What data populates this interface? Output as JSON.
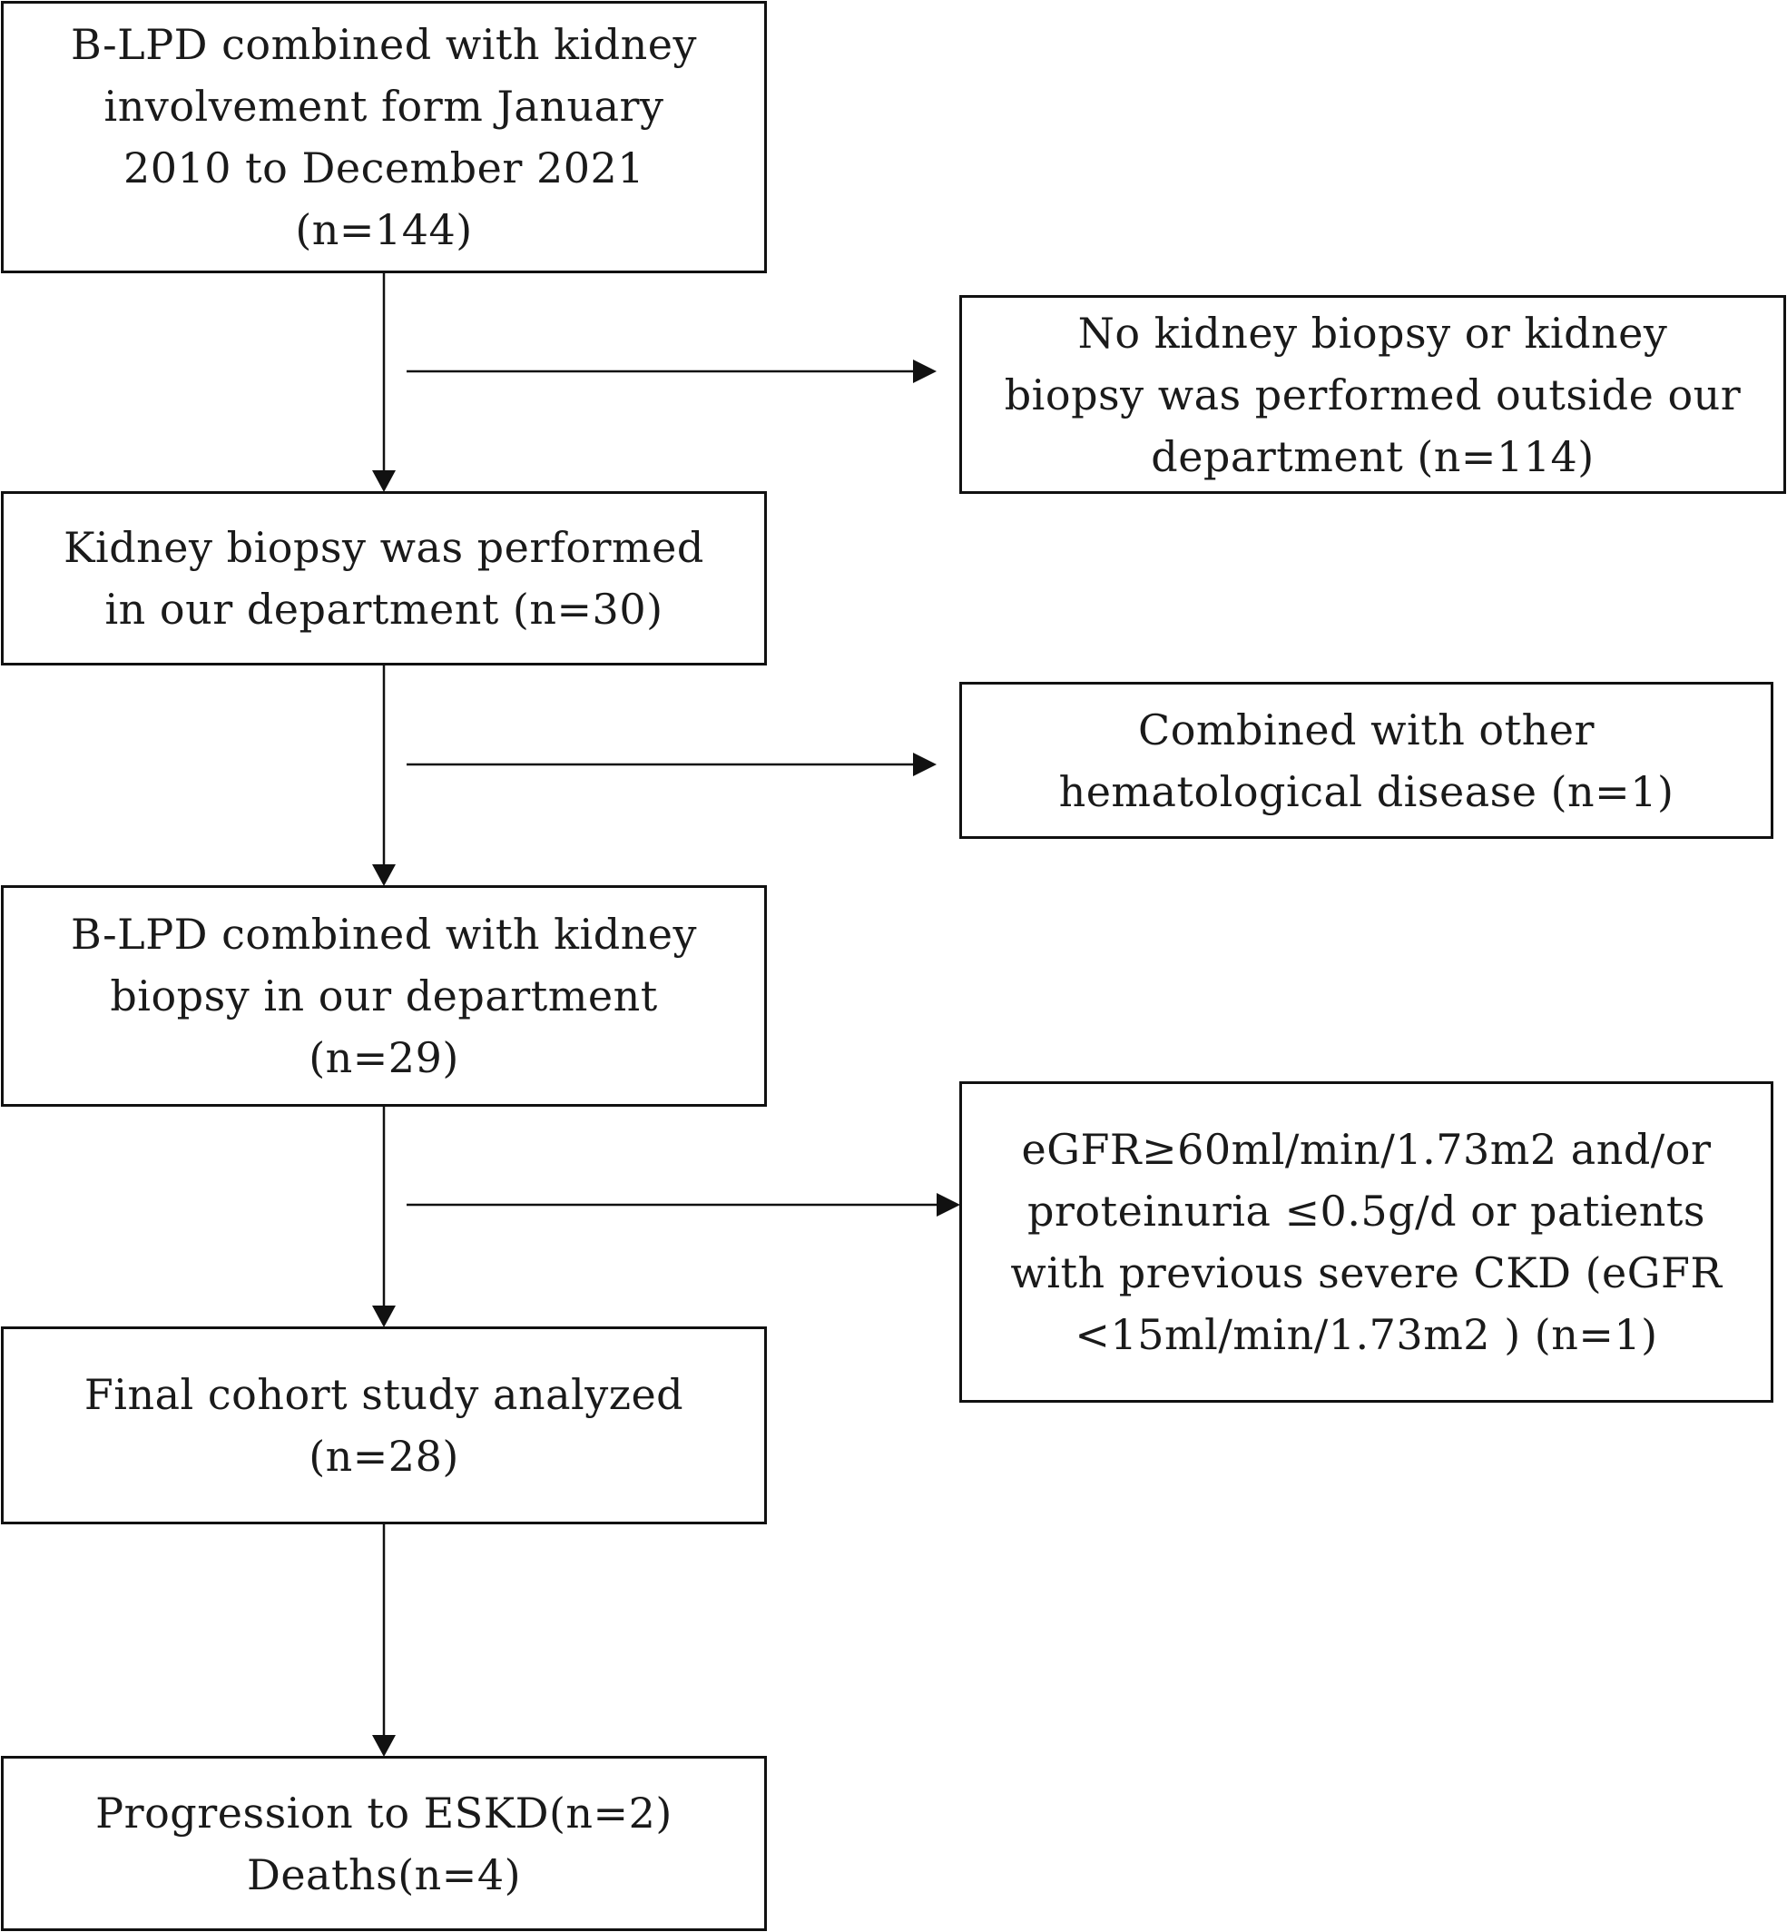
{
  "diagram": {
    "boxes": {
      "start": {
        "lines": [
          "B-LPD combined with kidney",
          "involvement  form January",
          "2010 to December 2021",
          "(n=144)"
        ]
      },
      "exclude_1": {
        "lines": [
          "No kidney biopsy or kidney",
          "biopsy was performed outside our",
          "department (n=114)"
        ]
      },
      "biopsy": {
        "lines": [
          "Kidney biopsy was performed",
          "in our department (n=30)"
        ]
      },
      "exclude_2": {
        "lines": [
          "Combined with other",
          "hematological disease (n=1)"
        ]
      },
      "blpd_biopsy": {
        "lines": [
          "B-LPD combined with kidney",
          "biopsy in our department",
          "(n=29)"
        ]
      },
      "exclude_3": {
        "lines": [
          "eGFR≥60ml/min/1.73m2 and/or",
          "proteinuria ≤0.5g/d or patients",
          "with previous severe CKD (eGFR",
          "<15ml/min/1.73m2 )  (n=1)"
        ]
      },
      "final": {
        "lines": [
          "Final cohort study analyzed",
          "(n=28)"
        ]
      },
      "outcome": {
        "lines": [
          "Progression to ESKD(n=2)",
          "Deaths(n=4)"
        ]
      }
    },
    "colors": {
      "line": "#111111",
      "background": "#ffffff"
    }
  }
}
